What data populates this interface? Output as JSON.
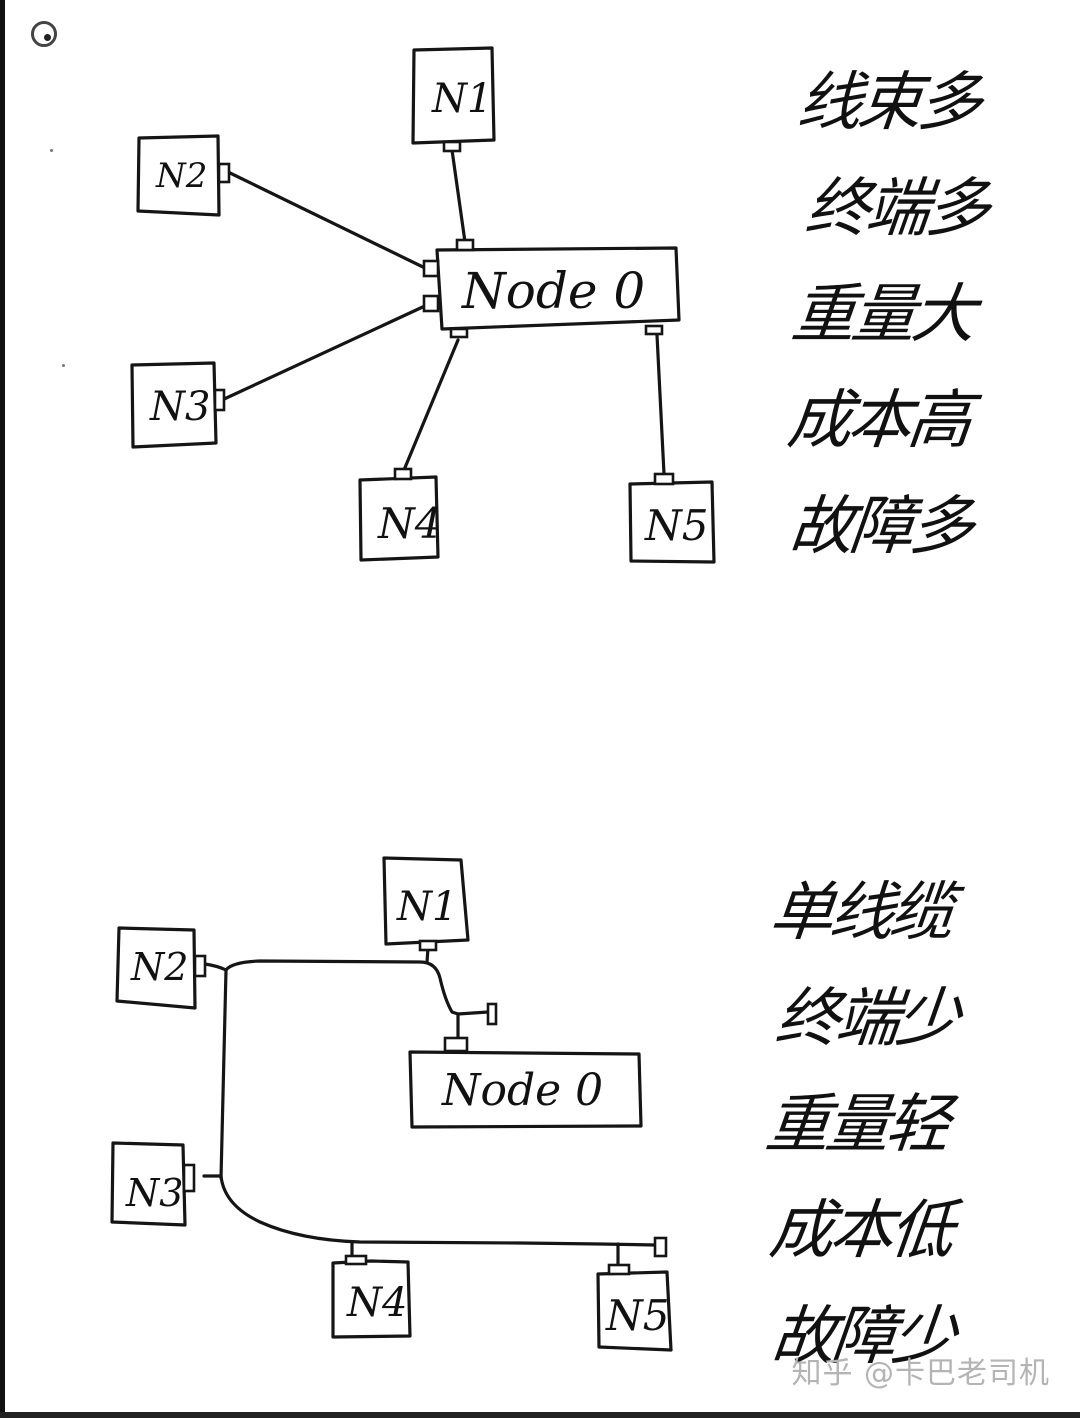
{
  "corner_icon": "radio-target-icon",
  "diagrams": [
    {
      "id": "star-topology",
      "hub": "Node 0",
      "nodes": [
        "N1",
        "N2",
        "N3",
        "N4",
        "N5"
      ],
      "notes": [
        "线束多",
        "终端多",
        "重量大",
        "成本高",
        "故障多"
      ]
    },
    {
      "id": "bus-topology",
      "hub": "Node 0",
      "nodes": [
        "N1",
        "N2",
        "N3",
        "N4",
        "N5"
      ],
      "notes": [
        "单线缆",
        "终端少",
        "重量轻",
        "成本低",
        "故障少"
      ]
    }
  ],
  "watermark": "知乎 @卡巴老司机"
}
